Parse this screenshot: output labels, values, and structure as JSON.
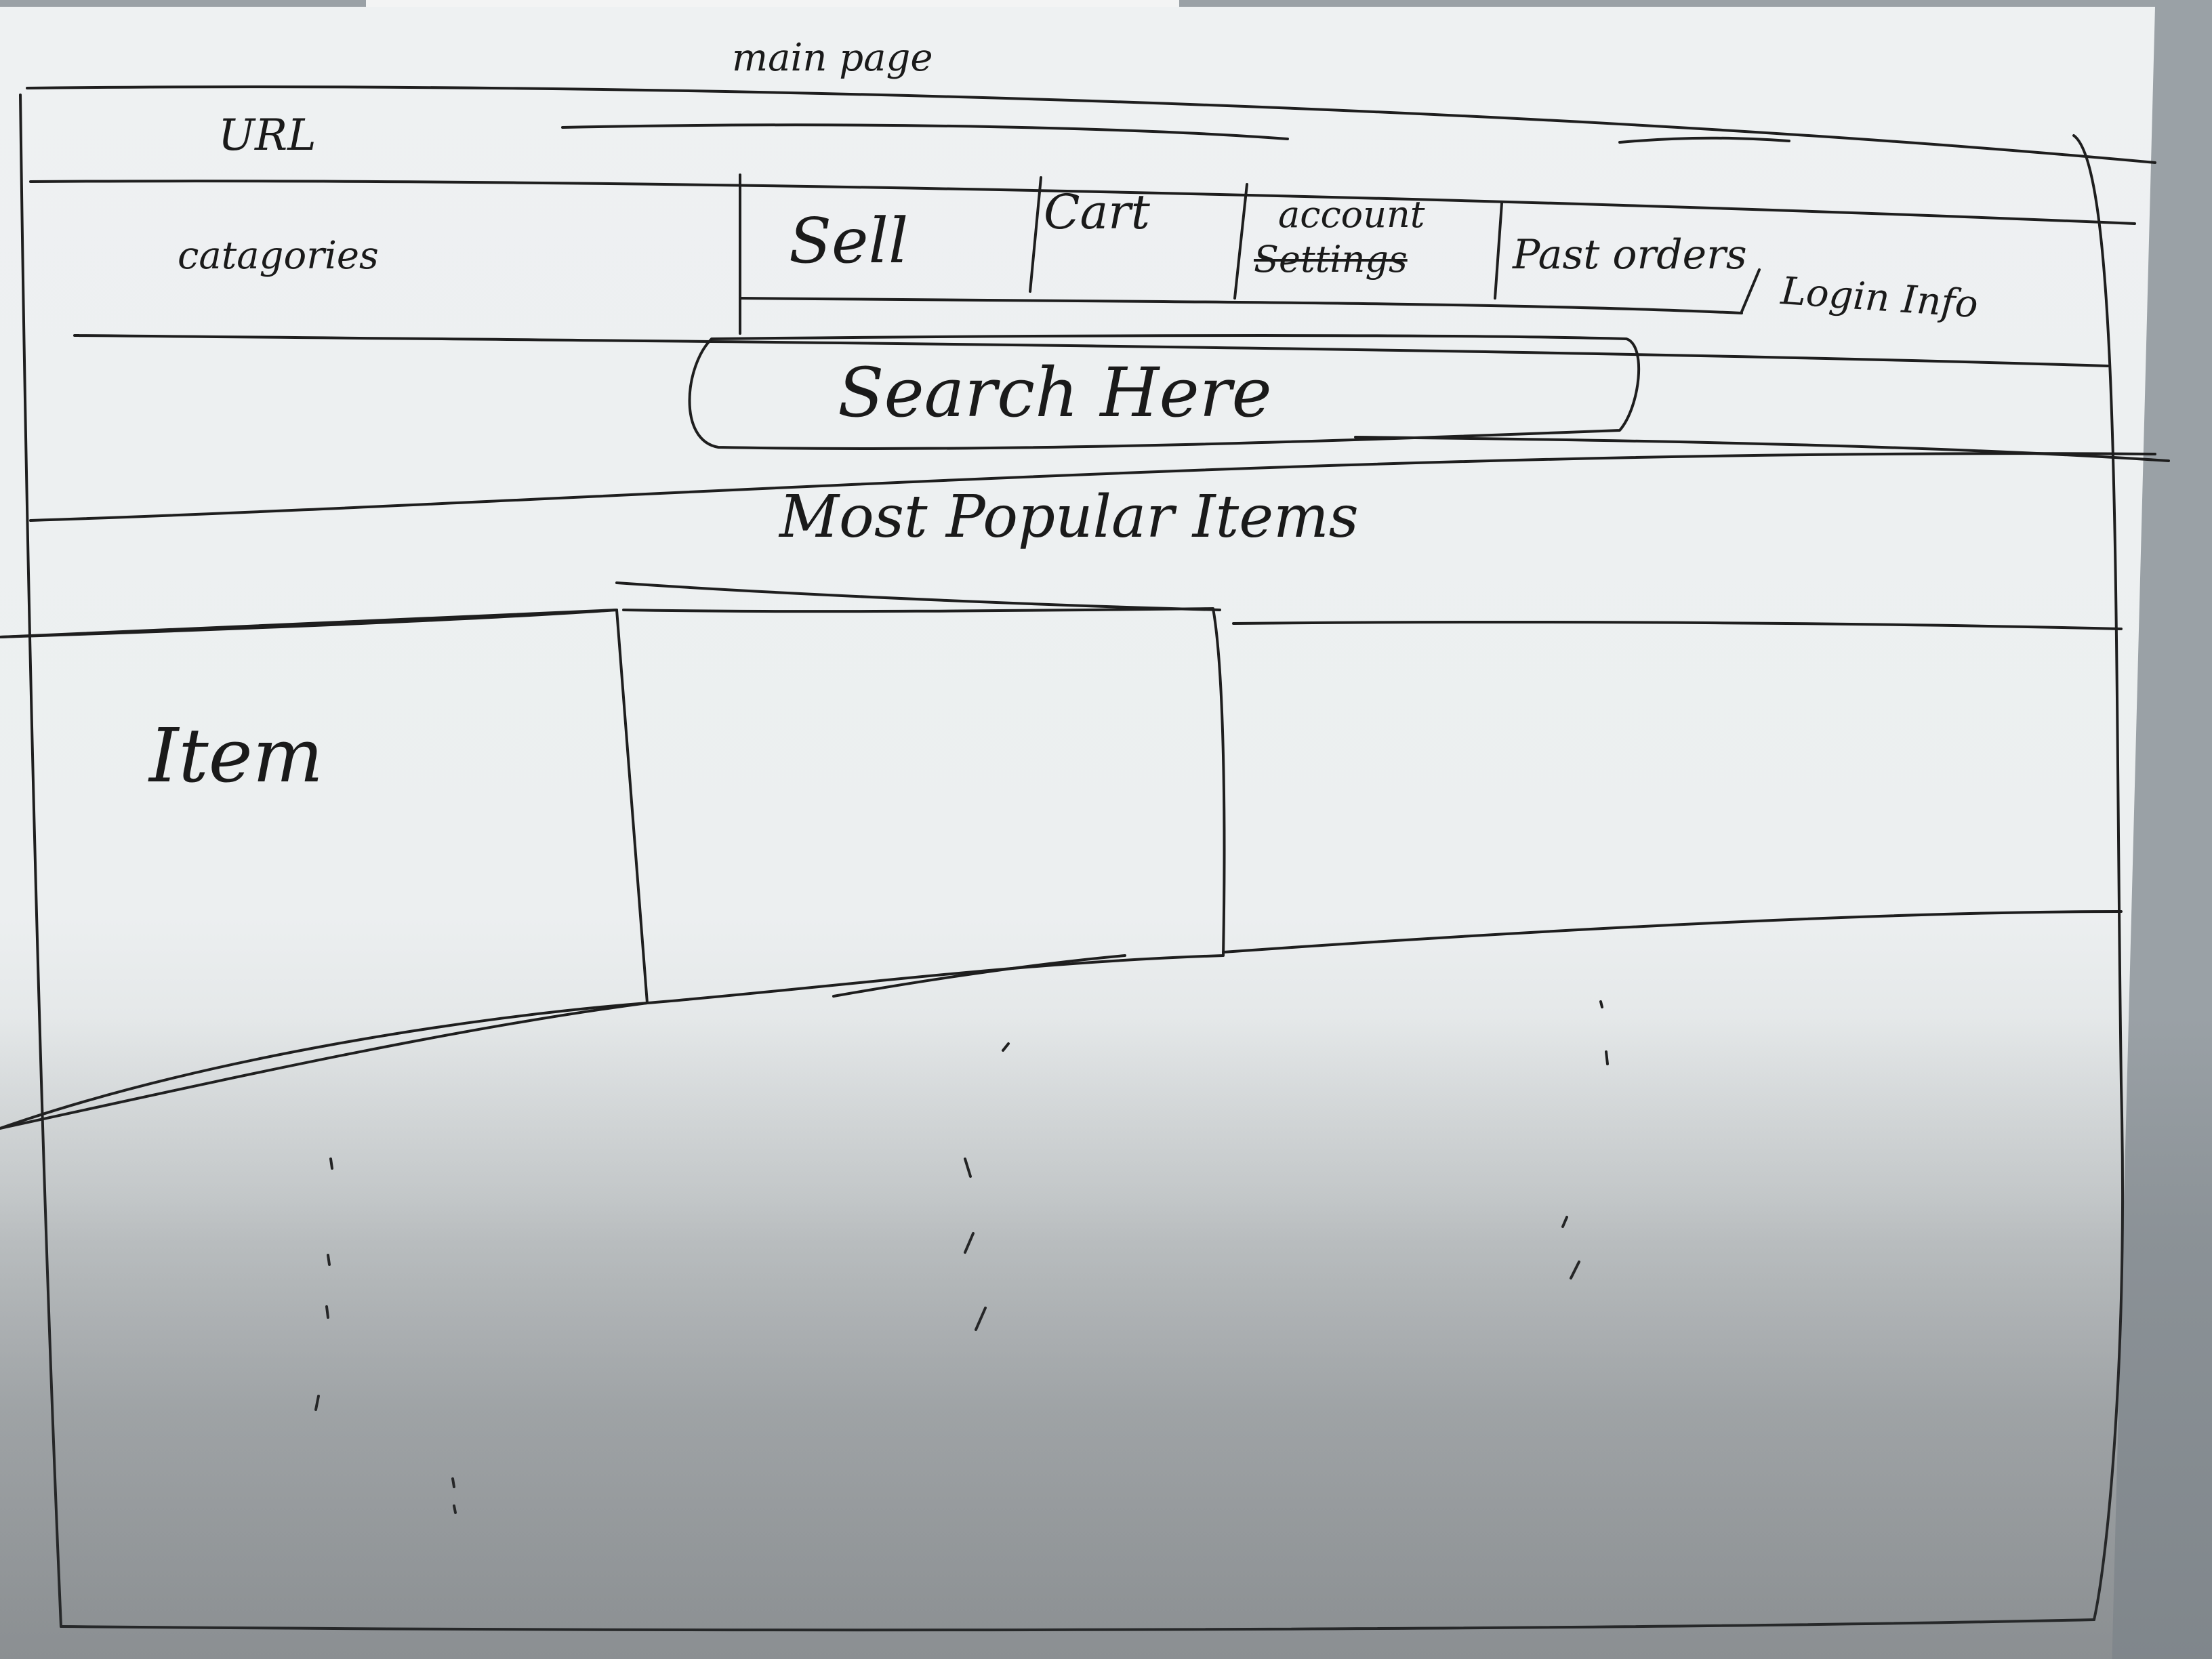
{
  "sketch": {
    "page_title": "main page",
    "url_bar_label": "URL",
    "categories_label": "catagories",
    "nav": {
      "sell": "Sell",
      "cart": "Cart",
      "account": "account",
      "settings_struck": "Settings",
      "past_orders": "Past orders",
      "login_info": "Login Info"
    },
    "search_placeholder": "Search Here",
    "section_heading": "Most Popular Items",
    "item_label": "Item"
  }
}
